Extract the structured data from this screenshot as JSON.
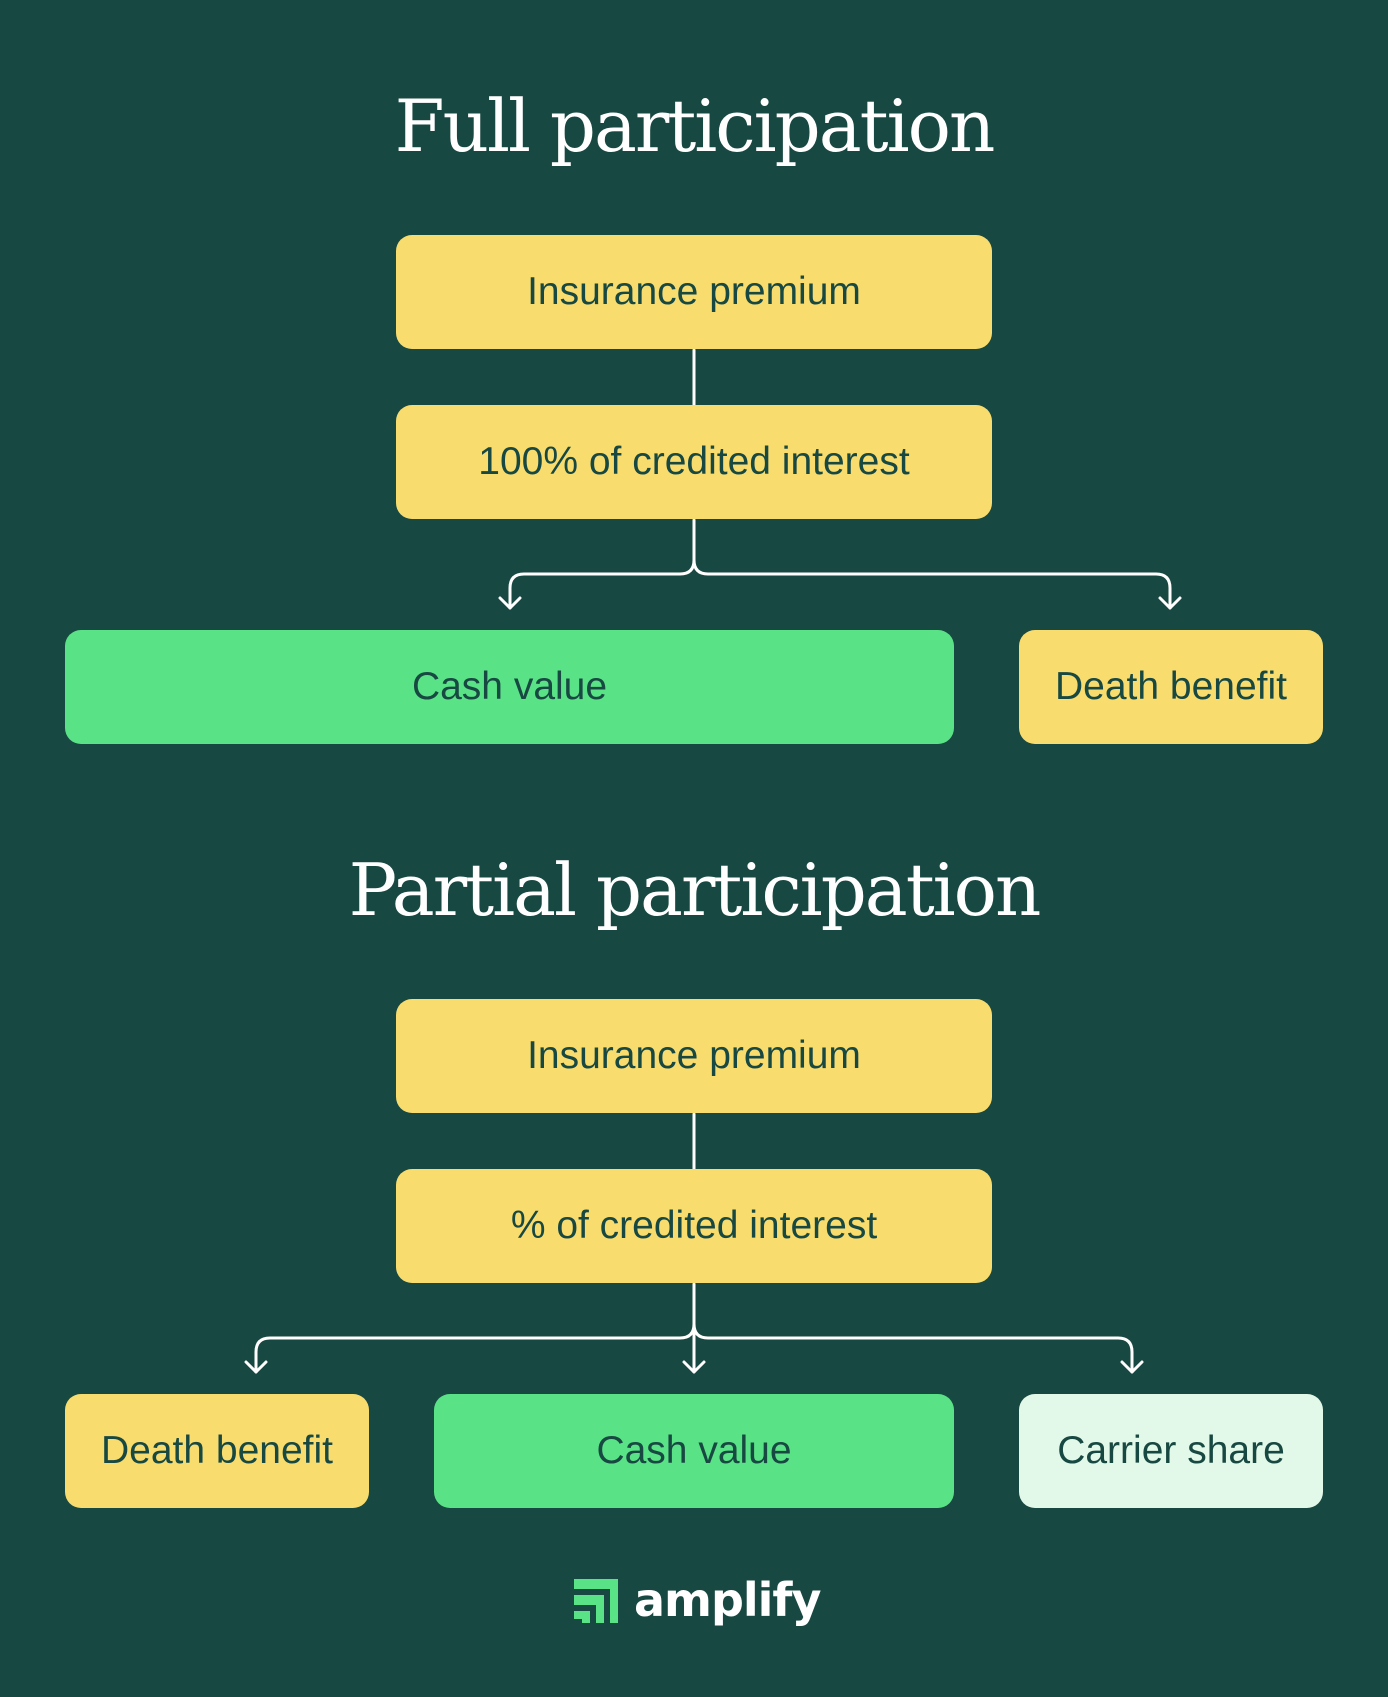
{
  "full": {
    "title": "Full participation",
    "premium": "Insurance premium",
    "interest": "100% of credited interest",
    "cash_value": "Cash value",
    "death_benefit": "Death benefit"
  },
  "partial": {
    "title": "Partial participation",
    "premium": "Insurance premium",
    "interest": "% of credited interest",
    "death_benefit": "Death benefit",
    "cash_value": "Cash value",
    "carrier_share": "Carrier share"
  },
  "brand": {
    "name": "amplify"
  },
  "colors": {
    "background": "#184842",
    "yellow": "#f8dc6e",
    "green": "#5ae286",
    "pale_green": "#e2f8e8",
    "text_dark": "#184842"
  }
}
